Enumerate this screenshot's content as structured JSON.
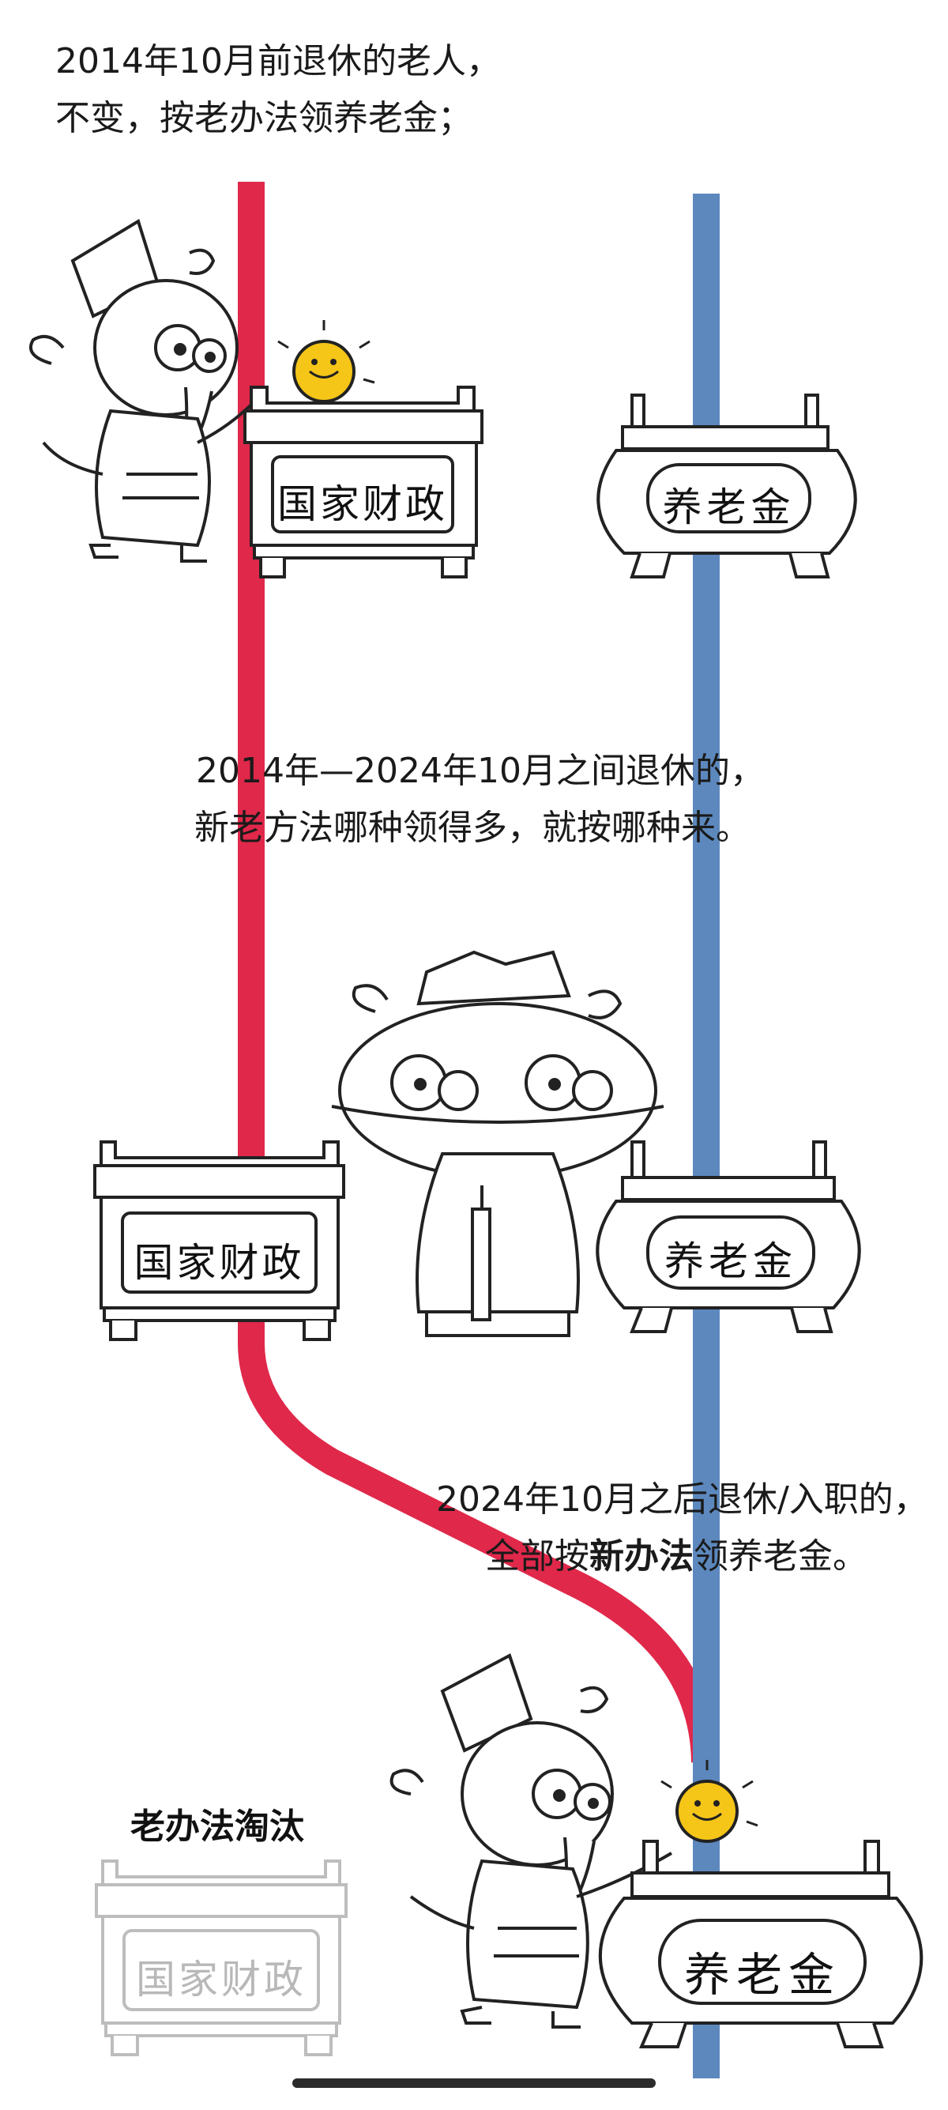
{
  "captions": {
    "first_line1": "2014年10月前退休的老人，",
    "first_line2": "不变，按老办法领养老金；",
    "second_line1": "2014年—2024年10月之间退休的，",
    "second_line2": "新老方法哪种领得多，就按哪种来。",
    "third_line1": "2024年10月之后退休/入职的，",
    "third_line2_pre": "全部按",
    "third_line2_bold": "新办法",
    "third_line2_post": "领养老金。"
  },
  "labels": {
    "fiscal": "国家财政",
    "pension": "养老金",
    "old_method_eliminated": "老办法淘汰"
  },
  "colors": {
    "red_line": "#E0284A",
    "blue_line": "#5C88BD",
    "coin": "#F5C518",
    "ink": "#222222"
  }
}
